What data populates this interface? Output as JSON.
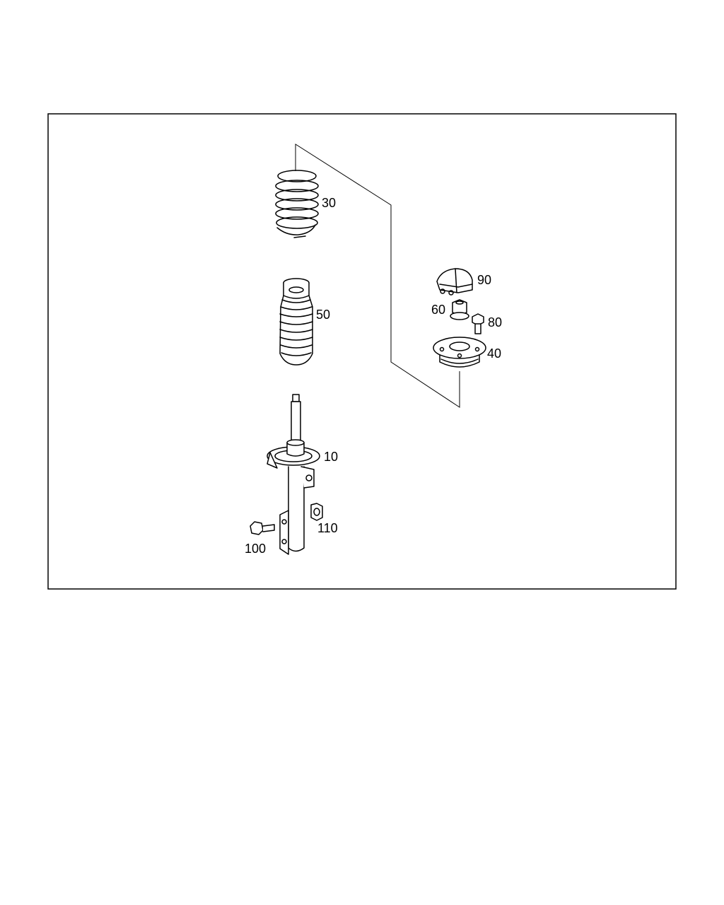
{
  "callouts": {
    "spring": "30",
    "bellows": "50",
    "strut": "10",
    "bolt_left": "100",
    "nut_right": "110",
    "cap": "90",
    "nut_top": "60",
    "bolt_top": "80",
    "mount": "40"
  }
}
